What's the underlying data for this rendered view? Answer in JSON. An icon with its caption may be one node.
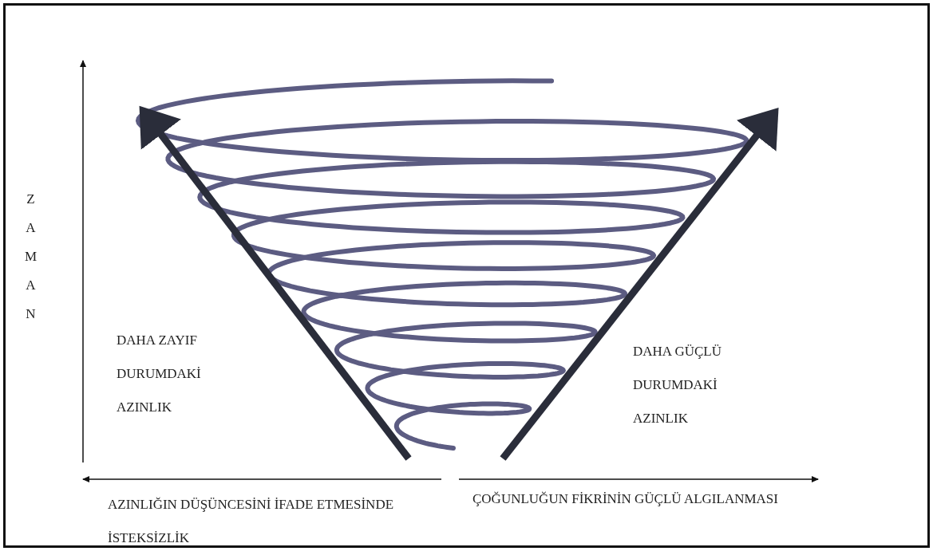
{
  "diagram": {
    "labels": [
      "ZAMAN",
      "DAHA ZAYIF DURUMDAKİ AZINLIK",
      "DAHA GÜÇLÜ DURUMDAKİ AZINLIK",
      "AZINLIĞIN DÜŞÜNCESİNİ İFADE ETMESİNDE İSTEKSİZLİK",
      "ÇOĞUNLUĞUN FİKRİNİN GÜÇLÜ ALGILANMASI"
    ]
  }
}
